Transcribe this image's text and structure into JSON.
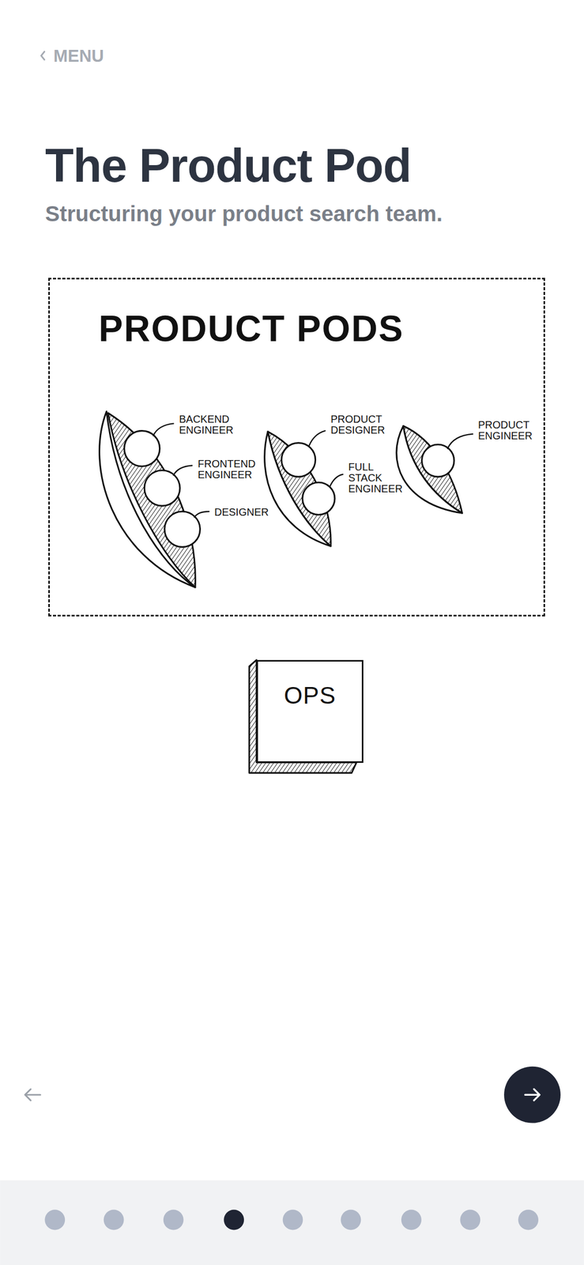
{
  "diagram": {
    "title": "The Product Pod",
    "nodes": [
      {
        "text": [
          "PRODUCT PODS"
        ]
      },
      {
        "text": [
          "OPS"
        ]
      }
    ],
    "labels": [
      "MENU",
      "Structuring your product search team.",
      "BACKEND ENGINEER",
      "FRONTEND ENGINEER",
      "DESIGNER",
      "PRODUCT DESIGNER",
      "FULL STACK ENGINEER",
      "PRODUCT ENGINEER"
    ]
  }
}
